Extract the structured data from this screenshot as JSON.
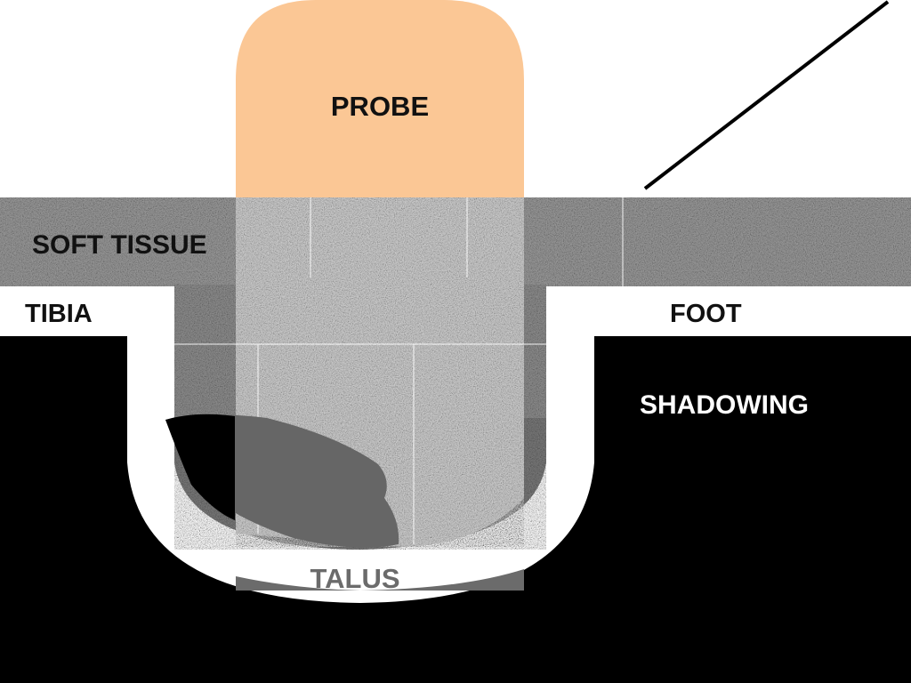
{
  "diagram": {
    "labels": {
      "probe": "PROBE",
      "soft_tissue": "SOFT TISSUE",
      "tibia": "TIBIA",
      "foot": "FOOT",
      "shadowing": "SHADOWING",
      "talus": "TALUS"
    },
    "colors": {
      "probe": "#fbc795",
      "background": "#ffffff",
      "shadow": "#000000",
      "bone_surface": "#ffffff",
      "talus_body": "#6b6b6b",
      "beam": "#c8c8c8",
      "soft_tissue": "#9a9a9a",
      "label_dark": "#111111",
      "label_light": "#ffffff",
      "label_talus": "#6b6b6b"
    }
  }
}
